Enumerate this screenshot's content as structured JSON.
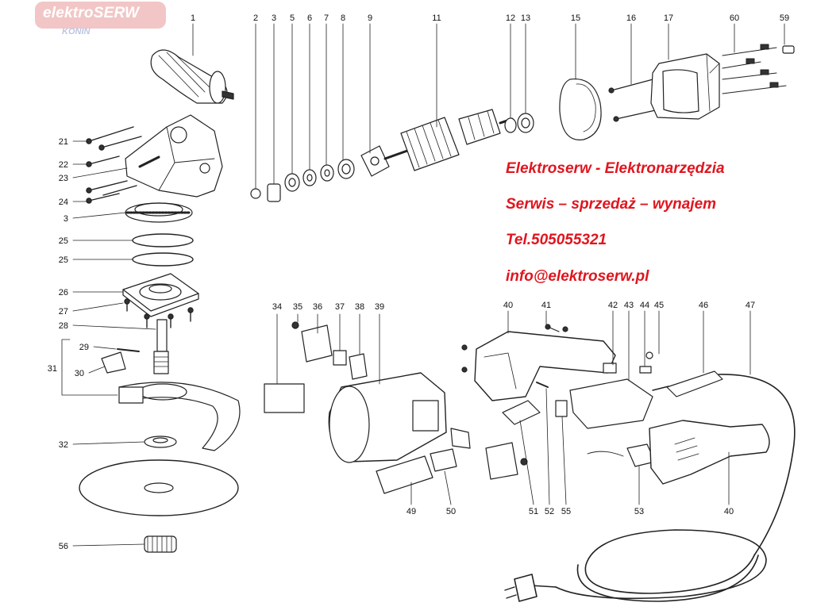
{
  "brand": {
    "name": "elektroSERW",
    "city": "KONIN"
  },
  "promo": {
    "line1": "Elektroserw  - Elektronarzędzia",
    "line2": "Serwis – sprzedaż – wynajem",
    "phone": "Tel.505055321",
    "email": "info@elektroserw.pl",
    "color": "#e0151e"
  },
  "callouts": [
    "1",
    "2",
    "3",
    "5",
    "6",
    "7",
    "8",
    "9",
    "11",
    "12",
    "13",
    "15",
    "16",
    "17",
    "60",
    "59",
    "21",
    "22",
    "23",
    "24",
    "3",
    "25",
    "25",
    "26",
    "27",
    "28",
    "29",
    "31",
    "30",
    "32",
    "56",
    "34",
    "35",
    "36",
    "37",
    "38",
    "39",
    "40",
    "41",
    "42",
    "43",
    "44",
    "45",
    "46",
    "47",
    "49",
    "50",
    "51",
    "52",
    "55",
    "53",
    "40"
  ]
}
